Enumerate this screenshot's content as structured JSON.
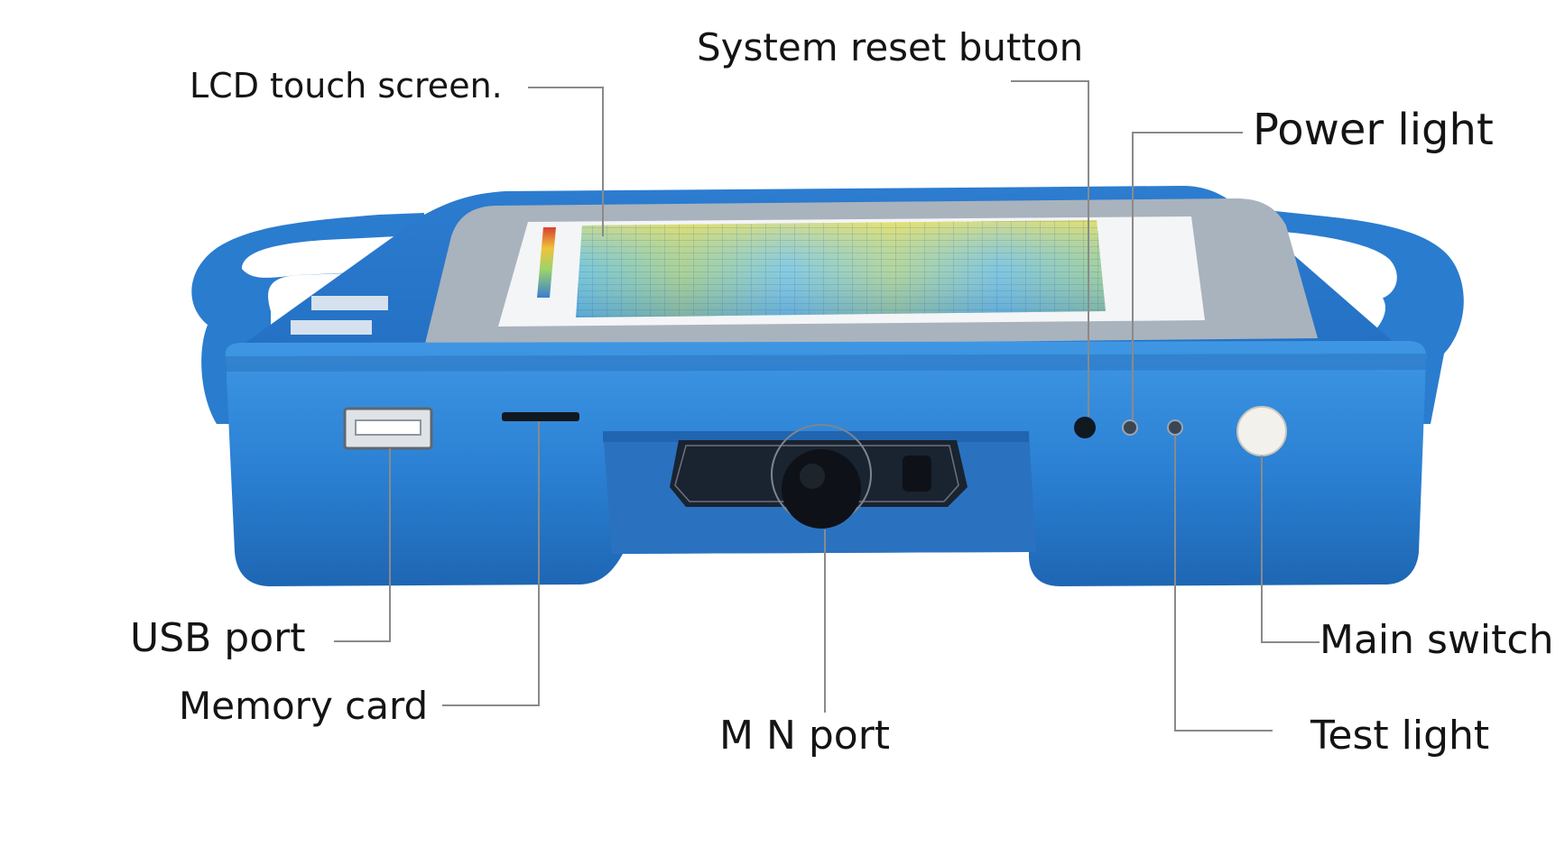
{
  "labels": {
    "lcd_touch_screen": "LCD touch screen.",
    "system_reset_button": "System reset button",
    "power_light": "Power light",
    "usb_port": "USB port",
    "memory_card": "Memory card",
    "mn_port": "M N port",
    "main_switch": "Main switch",
    "test_light": "Test  light"
  },
  "colors": {
    "device_body": "#2e86d8",
    "device_body_dark": "#1f63ad",
    "device_highlight": "#5aa8ec",
    "bezel": "#a9b3bd",
    "screen_white": "#f4f5f7",
    "leader_line": "#8a8a8a",
    "text": "#141414"
  }
}
